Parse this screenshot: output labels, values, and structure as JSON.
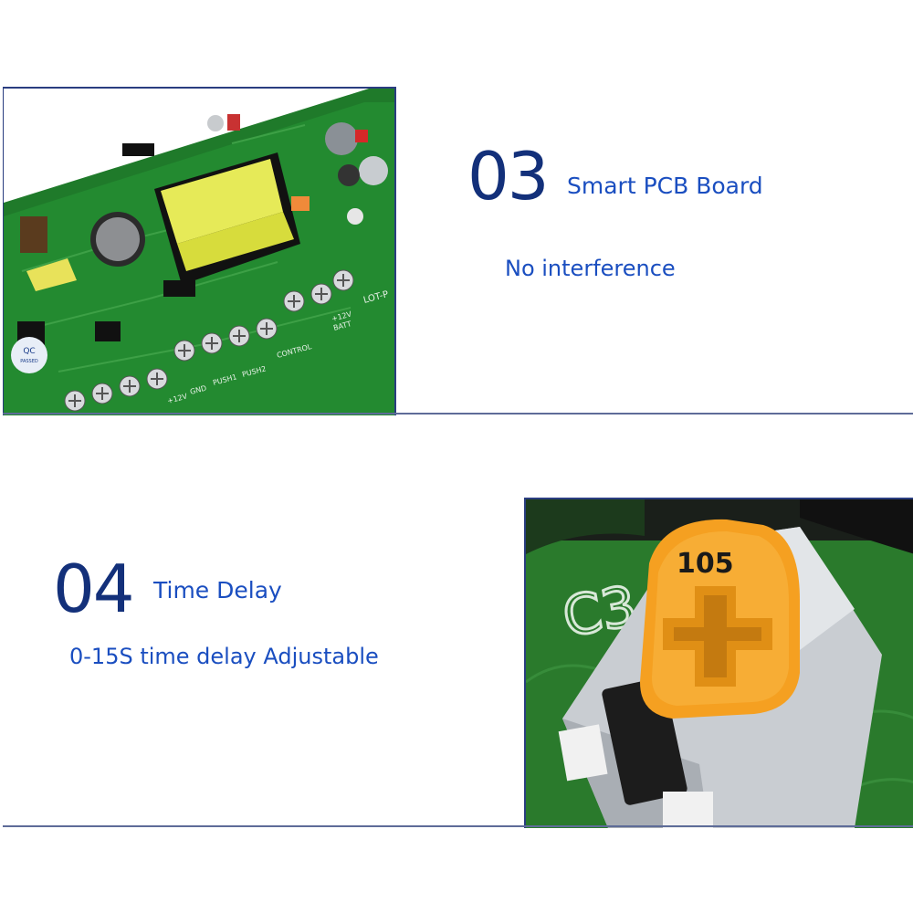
{
  "features": [
    {
      "number": "03",
      "heading": "Smart PCB Board",
      "description": "No interference",
      "photo": {
        "subject": "green power supply circuit board",
        "board_labels": [
          "+12V",
          "GND",
          "PUSH1",
          "PUSH2",
          "CONTROL",
          "+12V",
          "BATT",
          "LOT-P"
        ],
        "badge_text": [
          "QC",
          "PASSED"
        ]
      }
    },
    {
      "number": "04",
      "heading": "Time Delay",
      "description": "0-15S time delay Adjustable",
      "photo": {
        "subject": "trimmer potentiometer close-up",
        "pot_marking": "105",
        "silkscreen": "C3"
      }
    }
  ],
  "colors": {
    "number": "#13307a",
    "text": "#1a4ec0",
    "frame": "#2a3d80",
    "pcb": "#1f7a2a",
    "pot": "#f5a021"
  }
}
